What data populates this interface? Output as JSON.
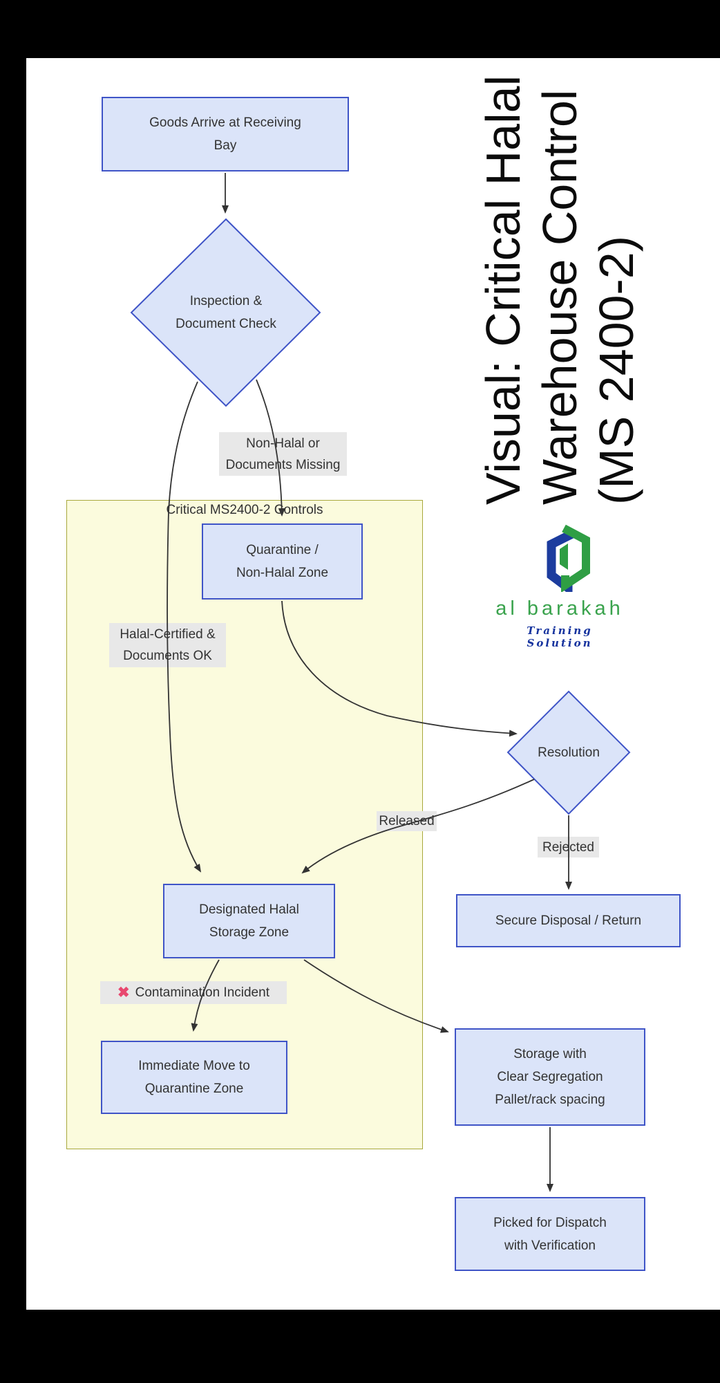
{
  "title": {
    "text": "Visual: Critical Halal\nWarehouse Control\n(MS 2400-2)"
  },
  "logo": {
    "brand": "al barakah",
    "tagline": "Training Solution",
    "colors": {
      "blue": "#1c3c9e",
      "green": "#2f9e44"
    }
  },
  "flowchart": {
    "subgraph": {
      "label": "Critical MS2400-2 Controls",
      "fill": "#fbfbdd",
      "border": "#a8a83c"
    },
    "nodes": {
      "goods": {
        "label": "Goods Arrive at Receiving\nBay"
      },
      "inspection": {
        "label": "Inspection &\nDocument Check"
      },
      "quarantine": {
        "label": "Quarantine /\nNon-Halal Zone"
      },
      "resolution": {
        "label": "Resolution"
      },
      "secure_disposal": {
        "label": "Secure Disposal / Return"
      },
      "designated": {
        "label": "Designated Halal\nStorage Zone"
      },
      "immediate": {
        "label": "Immediate Move to\nQuarantine Zone"
      },
      "storage_segregation": {
        "label": "Storage with\nClear Segregation\nPallet/rack spacing"
      },
      "picked": {
        "label": "Picked for Dispatch\nwith Verification"
      }
    },
    "edge_labels": {
      "non_halal": {
        "text": "Non-Halal or\nDocuments Missing"
      },
      "halal_certified": {
        "text": "Halal-Certified &\nDocuments OK"
      },
      "released": {
        "text": "Released"
      },
      "rejected": {
        "text": "Rejected"
      },
      "contamination": {
        "x_mark": "✖",
        "text": "Contamination Incident"
      }
    },
    "colors": {
      "node_fill": "#dbe4f9",
      "node_border": "#3f54c7",
      "edge_line": "#333333",
      "edge_label_bg": "#e8e8e8",
      "x_mark": "#e8486f"
    }
  }
}
